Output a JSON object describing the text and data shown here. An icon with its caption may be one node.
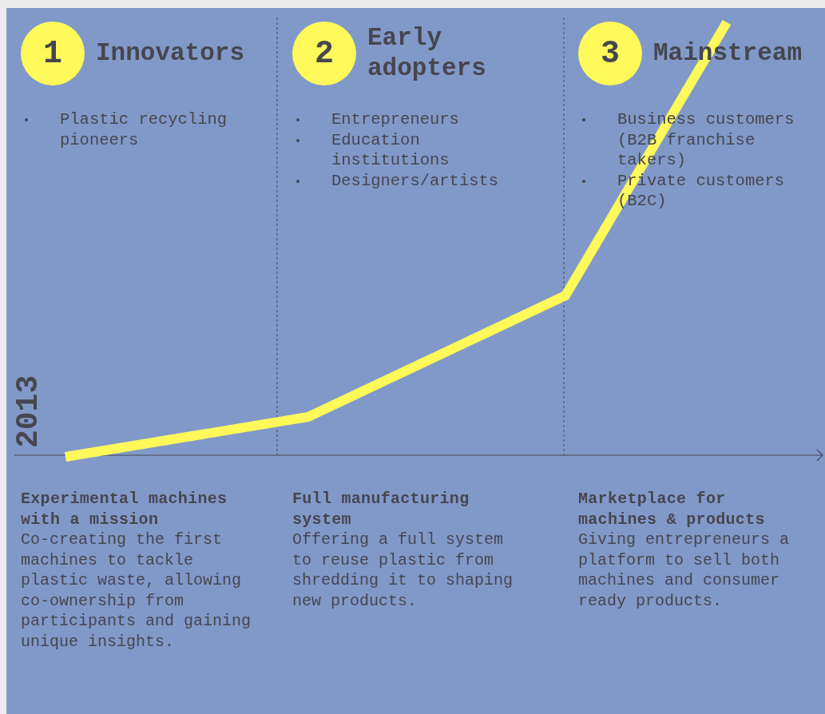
{
  "diagram": {
    "nodes": [
      {
        "text": [
          "1"
        ],
        "beside": [
          "Innovators"
        ]
      },
      {
        "text": [
          "2"
        ],
        "beside": [
          "Early adopters"
        ]
      },
      {
        "text": [
          "3"
        ],
        "beside": [
          "Mainstream"
        ]
      }
    ],
    "labels": [
      "Plastic recycling pioneers",
      "Entrepreneurs",
      "Education institutions",
      "Designers/artists",
      "Business customers (B2B franchise takers)",
      "Private customers (B2C)",
      "2013",
      "Experimental machines with a mission",
      "Co-creating the first machines to tackle plastic waste, allowing co-ownership from participants and gaining unique insights.",
      "Full manufacturing system",
      "Offering a full system to reuse plastic from shredding it to shaping new products.",
      "Marketplace for machines & products",
      "Giving entrepreneurs a platform to sell both machines and consumer ready products."
    ]
  }
}
